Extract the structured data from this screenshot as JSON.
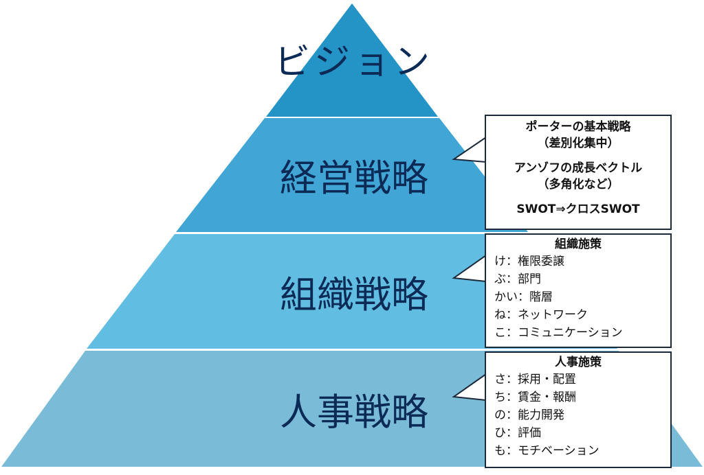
{
  "diagram": {
    "tiers": [
      {
        "label": "ビジョン"
      },
      {
        "label": "経営戦略"
      },
      {
        "label": "組織戦略"
      },
      {
        "label": "人事戦略"
      }
    ],
    "colors": {
      "tier1": "#2494c7",
      "tier2": "#41a6d6",
      "tier3": "#62bde2",
      "tier4": "#7abcd8",
      "label": "#0b2a55",
      "callout_border": "#1b2a3a"
    },
    "callouts": {
      "strategy": {
        "line1": "ポーターの基本戦略",
        "line2": "（差別化集中）",
        "line3": "アンゾフの成長ベクトル",
        "line4": "（多角化など）",
        "line5": "SWOT⇒クロスSWOT"
      },
      "org": {
        "title": "組織施策",
        "items": [
          "け：権限委譲",
          "ぶ：部門",
          "かい：階層",
          "ね：ネットワーク",
          "こ：コミュニケーション"
        ]
      },
      "hr": {
        "title": "人事施策",
        "items": [
          "さ：採用・配置",
          "ち：賃金・報酬",
          "の：能力開発",
          "ひ：評価",
          "も：モチベーション"
        ]
      }
    }
  }
}
